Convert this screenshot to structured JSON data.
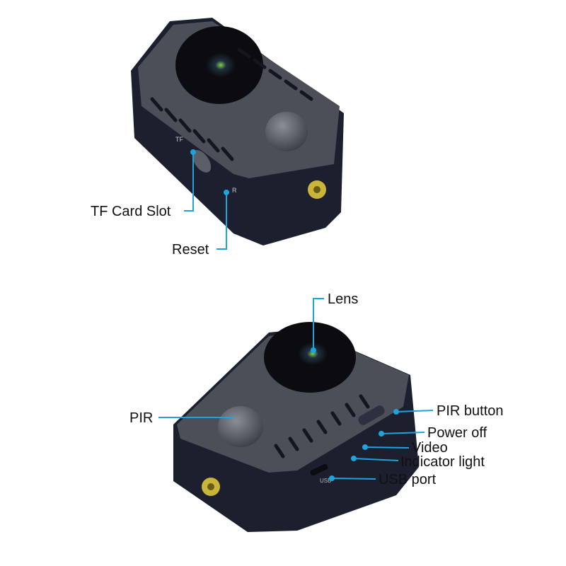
{
  "colors": {
    "callout": "#1ea3dc",
    "body": "#1c1f2e",
    "top_face": "#4b4f58",
    "screw": "#c9b53a"
  },
  "top_view": {
    "callouts": [
      {
        "label": "TF Card Slot"
      },
      {
        "label": "Reset"
      }
    ],
    "printed_marks": {
      "tf": "TF",
      "reset": "R"
    }
  },
  "bottom_view": {
    "callouts": [
      {
        "label": "Lens"
      },
      {
        "label": "PIR"
      },
      {
        "label": "PIR button"
      },
      {
        "label": "Power off"
      },
      {
        "label": "Video"
      },
      {
        "label": "Indicator light"
      },
      {
        "label": "USB port"
      }
    ],
    "printed_marks": {
      "usb": "USB"
    }
  }
}
